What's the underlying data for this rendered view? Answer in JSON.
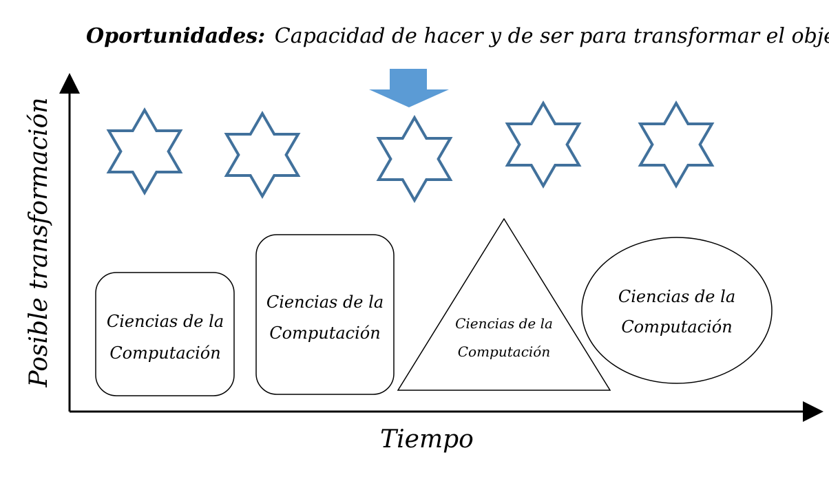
{
  "title": {
    "bold": "Oportunidades:",
    "rest": "Capacidad de hacer y de ser para transformar el objeto"
  },
  "axes": {
    "y_label": "Posible transformación",
    "x_label": "Tiempo"
  },
  "shapes": [
    {
      "kind": "rounded-rect",
      "line1": "Ciencias de la",
      "line2": "Computación"
    },
    {
      "kind": "rounded-rect",
      "line1": "Ciencias de la",
      "line2": "Computación"
    },
    {
      "kind": "triangle",
      "line1": "Ciencias de la",
      "line2": "Computación"
    },
    {
      "kind": "ellipse",
      "line1": "Ciencias de la",
      "line2": "Computación"
    }
  ],
  "stars": {
    "count": 5,
    "color": "#41719C"
  },
  "arrow": {
    "color": "#5B9BD5",
    "points_to_star": 3
  },
  "colors": {
    "axis": "#000000",
    "shape_stroke": "#000000"
  }
}
